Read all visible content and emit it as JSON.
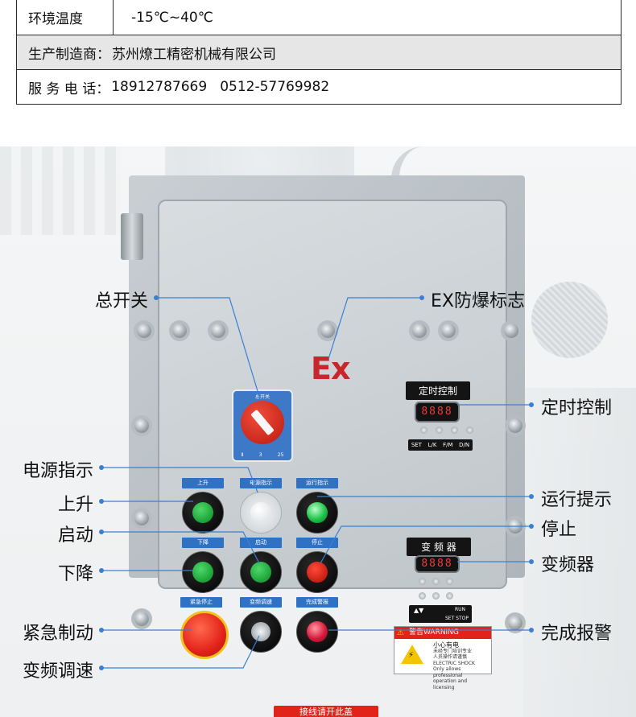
{
  "specs": {
    "temp_key": "环境温度",
    "temp_val": "-15℃~40℃",
    "maker_key": "生产制造商：",
    "maker_val": "苏州燎工精密机械有限公司",
    "phone_key": "服 务 电 话：",
    "phone_1": "18912787669",
    "phone_2": "0512-57769982"
  },
  "panel": {
    "ex_mark": "Ex",
    "switch_label": "总开关",
    "switch_scale": [
      "Ⅱ",
      "3",
      "25"
    ],
    "timer_label": "定时控制",
    "timer_display": "8888",
    "timer_keys": [
      "SET",
      "L/K",
      "F/M",
      "D/N"
    ],
    "inverter_label": "变 频 器",
    "inverter_display": "8888",
    "inverter_keys": {
      "arrows": "▲▼",
      "run": "RUN",
      "set": "SET",
      "stop": "STOP"
    },
    "buttons": {
      "up": "上升",
      "power": "电源指示",
      "running": "运行指示",
      "down": "下降",
      "start": "启动",
      "stop": "停止",
      "estop": "紧急停止",
      "speed": "变频调速",
      "done": "完成警报"
    },
    "warning": {
      "head": "警告WARNING",
      "line1": "小心有电",
      "line2": "未经专门培训专业",
      "line3": "人员操作请谨慎",
      "line4": "ELECTRIC SHOCK",
      "line5": "Only allows professional",
      "line6": "operation and licensing"
    },
    "bottom_plate": "接线请开此盖"
  },
  "callouts": {
    "main_switch": "总开关",
    "ex_mark": "EX防爆标志",
    "timer": "定时控制",
    "power_ind": "电源指示",
    "up": "上升",
    "run_ind": "运行提示",
    "start": "启动",
    "stop": "停止",
    "inverter": "变频器",
    "down": "下降",
    "estop": "紧急制动",
    "alarm": "完成报警",
    "speed": "变频调速"
  },
  "colors": {
    "callout_dot": "#2f72c4",
    "tag_blue": "#2f72c4",
    "ex_red": "#c8262b"
  }
}
